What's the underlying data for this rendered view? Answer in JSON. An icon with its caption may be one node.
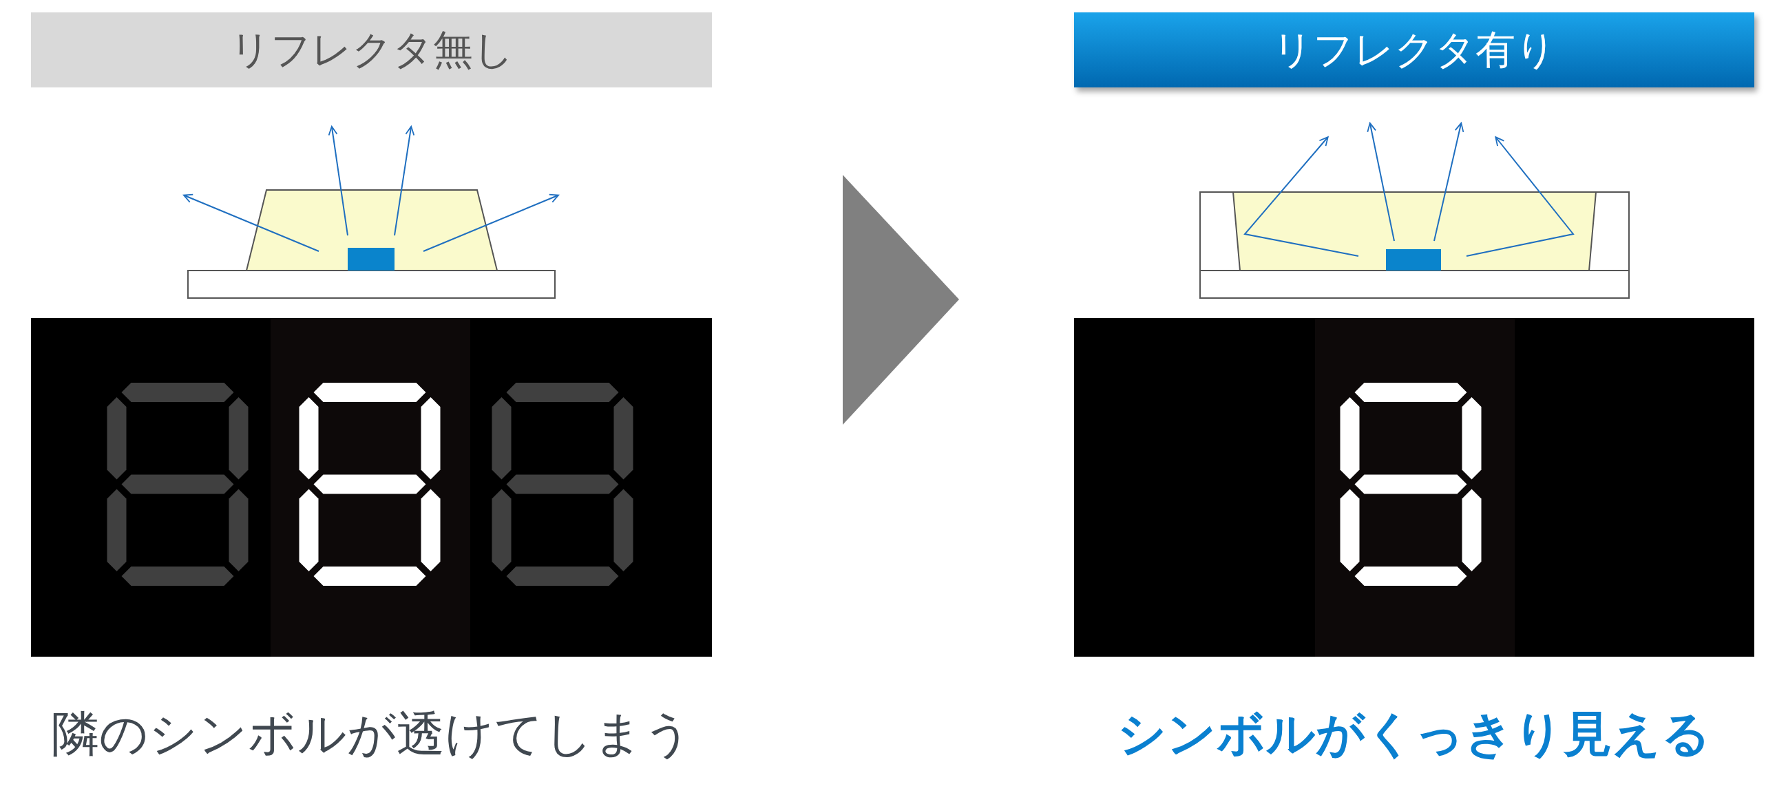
{
  "diagram": {
    "nodes": [
      {
        "text": [
          "リフレクタ無し"
        ]
      },
      {
        "text": [
          "リフレクタ有り"
        ]
      },
      {
        "text": [],
        "shape": "picture",
        "beside": [
          "隣のシンボルが透けてしまう"
        ]
      },
      {
        "text": [],
        "shape": "picture",
        "beside": [
          "シンボルがくっきり見える"
        ]
      }
    ],
    "edges": [
      {
        "from": 2,
        "to": 3,
        "arrow": "to"
      }
    ]
  }
}
